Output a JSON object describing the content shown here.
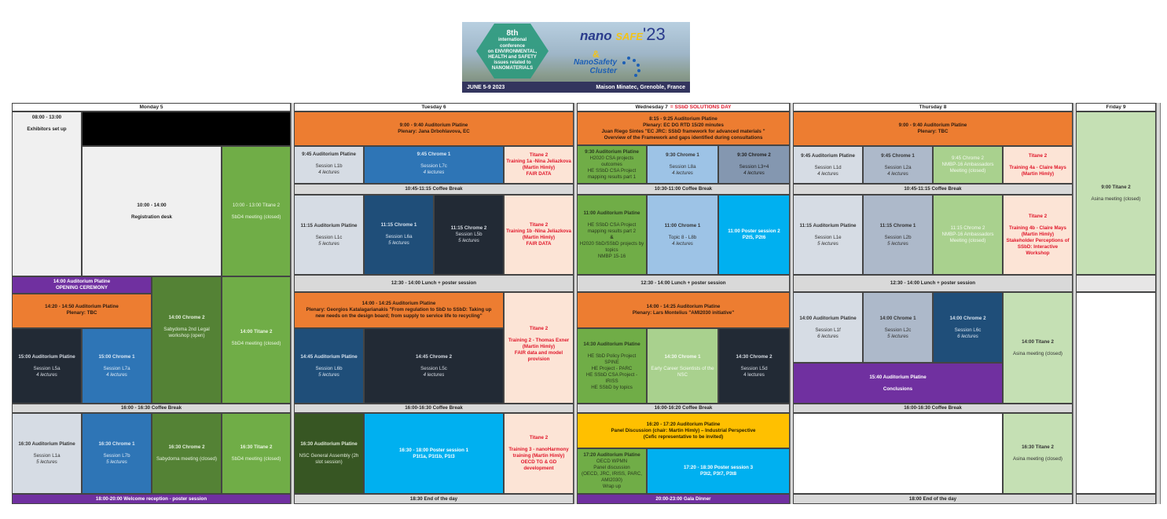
{
  "banner": {
    "edition": "8th",
    "lines": [
      "international",
      "conference",
      "on ENVIRONMENTAL,",
      "HEALTH and SAFETY",
      "issues related to",
      "NANOMATERIALS"
    ],
    "logo_nano": "nano",
    "logo_safe": "SAFE",
    "logo_year": "'23",
    "logo_amp": "&",
    "logo_cluster_line1": "NanoSafety",
    "logo_cluster_line2": "Cluster",
    "dates": "JUNE 5-9 2023",
    "venue": "Maison Minatec, Grenoble, France"
  },
  "days": {
    "monday": {
      "header": "Monday 5",
      "exhibitors": {
        "time": "08:00 - 13:00",
        "title": "Exhibitors set up"
      },
      "registration": {
        "time": "10:00 - 14:00",
        "title": "Registration desk"
      },
      "sbd4_morning": {
        "time": "10:00 - 13:00 Titane 2",
        "title": "SbD4 meeting (closed)"
      },
      "opening": {
        "time": "14:00 Auditorium Platine",
        "title": "OPENING CEREMONY"
      },
      "plenary": {
        "time": "14:20 - 14:50  Auditorium Platine",
        "title": "Plenary:  TBC"
      },
      "chrome2_pm": {
        "time": "14:00 Chrome 2",
        "title": "Sabydoma 2nd Legal workshop (open)"
      },
      "titane2_pm": {
        "time": "14:00 Titane 2",
        "title": "SbD4 meeting (closed)"
      },
      "l5a": {
        "time": "15:00 Auditorium Platine",
        "title": "Session L5a",
        "sub": "4 lectures"
      },
      "l7a": {
        "time": "15:00 Chrome 1",
        "title": "Session L7a",
        "sub": "4 lectures"
      },
      "coffee": "16:00 - 16:30 Coffee Break",
      "l1a": {
        "time": "16:30 Auditorium Platine",
        "title": "Session L1a",
        "sub": "5 lectures"
      },
      "l7b": {
        "time": "16:30 Chrome 1",
        "title": "Session L7b",
        "sub": "5 lectures"
      },
      "sabydoma": {
        "time": "16:30 Chrome 2",
        "title": "Sabydoma meeting (closed)"
      },
      "sbd4_late": {
        "time": "16:30 Titane 2",
        "title": "SbD4 meeting (closed)"
      },
      "welcome": "18:00-20:00 Welcome reception - poster session"
    },
    "tuesday": {
      "header": "Tuesday 6",
      "plenary_am": {
        "time": "9:00 - 9:40 Auditorium Platine",
        "title": "Plenary:  Jana Drbohlavova, EC"
      },
      "l1b": {
        "time": "9:45 Auditorium Platine",
        "title": "Session L1b",
        "sub": "4 lectures"
      },
      "l7c": {
        "time": "9:45 Chrome 1",
        "title": "Session L7c",
        "sub": "4 lectures"
      },
      "training1a": {
        "lines": [
          "Titane 2",
          "Training 1a -Nina Jeliazkova",
          "(Martin Himly)",
          "FAIR DATA"
        ]
      },
      "coffee_am": "10:45-11:15 Coffee Break",
      "l1c": {
        "time": "11:15 Auditorium Platine",
        "title": "Session L1c",
        "sub": "5 lectures"
      },
      "l6a": {
        "time": "11:15 Chrome 1",
        "title": "Session L6a",
        "sub": "5 lectures"
      },
      "l5b": {
        "time": "11:15 Chrome 2",
        "title": "Session L5b",
        "sub": "5 lectures"
      },
      "training1b": {
        "lines": [
          "Titane 2",
          "Training 1b -Nina Jeliazkova",
          "(Martin Himly)",
          "FAIR DATA"
        ]
      },
      "lunch": "12:30 - 14:00 Lunch + poster session",
      "plenary_pm": {
        "time": "14:00 - 14:25 Auditorium Platine",
        "title": "Plenary: Georgios Katalagarianakis \"From regulation to SbD to SSbD: Taking up new needs on the design board; from supply to service life to recycling\""
      },
      "training2": {
        "lines": [
          "Titane 2",
          "Training 2 - Thomas Exner",
          "(Martin Himly)",
          "FAIR data and model provision"
        ]
      },
      "l6b": {
        "time": "14:45 Auditorium Platine",
        "title": "Session L6b",
        "sub": "5 lectures"
      },
      "l5c": {
        "time": "14:45 Chrome 2",
        "title": "Session L5c",
        "sub": "4 lectures"
      },
      "coffee_pm": "16:00-16:30 Coffee Break",
      "nsc": {
        "time": "16:30 Auditorium Platine",
        "title": "NSC General Assembly (2h slot session)"
      },
      "poster1": {
        "time": "16:30 - 18:00 Poster session 1",
        "title": "P1t1a, P1t1b, P1t3"
      },
      "training3": {
        "lines": [
          "Titane 2",
          "Training 3 - nanoHarmony training (Martin Himly)",
          "OECD TG & GD development"
        ]
      },
      "end": "18:30 End of the day"
    },
    "wednesday": {
      "header": "Wednesday 7",
      "header_highlight": "= SSbD SOLUTIONS DAY",
      "plenary_am": {
        "lines": [
          "8:15 - 9:25 Auditorium Platine",
          "Plenary: EC DG RTD 15/20 minutes",
          "Juan Riego Sintes \"EC JRC: SSbD framework for advanced materials \"",
          "Overview of the Framework and gaps identified  during consultations"
        ]
      },
      "csa": {
        "time": "9:30 Auditorium Platine",
        "lines": [
          "H2020 CSA projects outcomes",
          "HE SSbD CSA Project mapping results part 1"
        ]
      },
      "l8a": {
        "time": "9:30 Chrome 1",
        "title": "Session L8a",
        "sub": "4 lectures"
      },
      "l34": {
        "time": "9:30 Chrome 2",
        "title": "Session L3+4",
        "sub": "4 lectures"
      },
      "coffee_am": "10:30-11:00 Coffee Break",
      "mapping2": {
        "time": "11:00 Auditorium Platine",
        "lines": [
          "HE SSbD CSA Project mapping results part 2",
          "&",
          "H2020 SbD/SSbD projects by topics",
          "NMBP  15-16"
        ]
      },
      "topic8": {
        "time": "11:00 Chrome 1",
        "title": "Topic 8 - L8b",
        "sub": "4 lectures"
      },
      "poster2": {
        "time": "11:00 Poster session 2",
        "title": "P2t5, P2t6"
      },
      "lunch": "12:30 - 14:00 Lunch + poster session",
      "plenary_pm": {
        "time": "14:00 - 14:25 Auditorium Platine",
        "title": "Plenary: Lars Montelius \"AMI2030 initiative\""
      },
      "policy": {
        "time": "14:30 Auditorium Platine",
        "lines": [
          "HE SbD Policy Project",
          "SPINE",
          "HE Project - PARC",
          "HE SSbD CSA Project - IRISS",
          "HE SSbD by topics"
        ]
      },
      "ecs": {
        "time": "14:30 Chrome 1",
        "title": "Early Career Scientists of the NSC"
      },
      "l5d": {
        "time": "14:30 Chrome 2",
        "title": "Session L5d",
        "sub": "4 lectures"
      },
      "coffee_pm": "16:00-16:20 Coffee Break",
      "panel": {
        "lines": [
          "16:20 - 17:20 Auditorium Platine",
          "Panel Discussion (chair: Martin Himly) – Industrial Perspective",
          "(Cefic representative to be invited)"
        ]
      },
      "oecd": {
        "time": "17:20 Auditorium Platine",
        "lines": [
          "OECD WPMN",
          "Panel discussion",
          "(OECD, JRC, IRISS, PARC, AMI2030)",
          "Wrap up"
        ]
      },
      "poster3": {
        "time": "17:20 -  18:30 Poster session 3",
        "title": "P3t2, P3t7, P3t8"
      },
      "gala": "20:00-23:00 Gala Dinner"
    },
    "thursday": {
      "header": "Thursday 8",
      "plenary": {
        "time": "9:00 - 9:40  Auditorium Platine",
        "title": "Plenary: TBC"
      },
      "l1d": {
        "time": "9:45 Auditorium Platine",
        "title": "Session L1d",
        "sub": "4 lectures"
      },
      "l2a": {
        "time": "9:45 Chrome 1",
        "title": "Session L2a",
        "sub": "4 lectures"
      },
      "nmbp_am": {
        "time": "9:45 Chrome 2",
        "title": "NMBP-16 Ambassadors Meeting (closed)"
      },
      "training4a": {
        "lines": [
          "Titane 2",
          "Training 4a - Claire Mays",
          "(Martin Himly)"
        ]
      },
      "coffee_am": "10:45-11:15 Coffee Break",
      "l1e": {
        "time": "11:15 Auditorium Platine",
        "title": "Session L1e",
        "sub": "5 lectures"
      },
      "l2b": {
        "time": "11:15 Chrome 1",
        "title": "Session L2b",
        "sub": "5 lectures"
      },
      "nmbp_mid": {
        "time": "11:15 Chrome 2",
        "title": "NMBP-16 Ambassadors Meeting (closed)"
      },
      "training4b": {
        "lines": [
          "Titane 2",
          "Training 4b - Claire Mays",
          "(Martin Himly)",
          "Stakeholder Perceptions of SSbD: Interactive Workshop"
        ]
      },
      "lunch": "12:30 - 14:00 Lunch + poster session",
      "l1f": {
        "time": "14:00 Auditorium Platine",
        "title": "Session L1f",
        "sub": "6 lectures"
      },
      "l2c": {
        "time": "14:00 Chrome 1",
        "title": "Session L2c",
        "sub": "5 lectures"
      },
      "l6c": {
        "time": "14:00 Chrome 2",
        "title": "Session L6c",
        "sub": "6 lectures"
      },
      "asina_pm": {
        "time": "14:00 Titane 2",
        "title": "Asina meeting (closed)"
      },
      "conclusions": {
        "time": "15:40  Auditorium Platine",
        "title": "Conclusions"
      },
      "coffee_pm": "16:00-16:30 Coffee Break",
      "asina_late": {
        "time": "16:30 Titane 2",
        "title": "Asina meeting (closed)"
      },
      "end": "18:00 End of the day"
    },
    "friday": {
      "header": "Friday 9",
      "asina": {
        "time": "9:00 Titane 2",
        "title": "Asina meeting (closed)"
      }
    }
  }
}
